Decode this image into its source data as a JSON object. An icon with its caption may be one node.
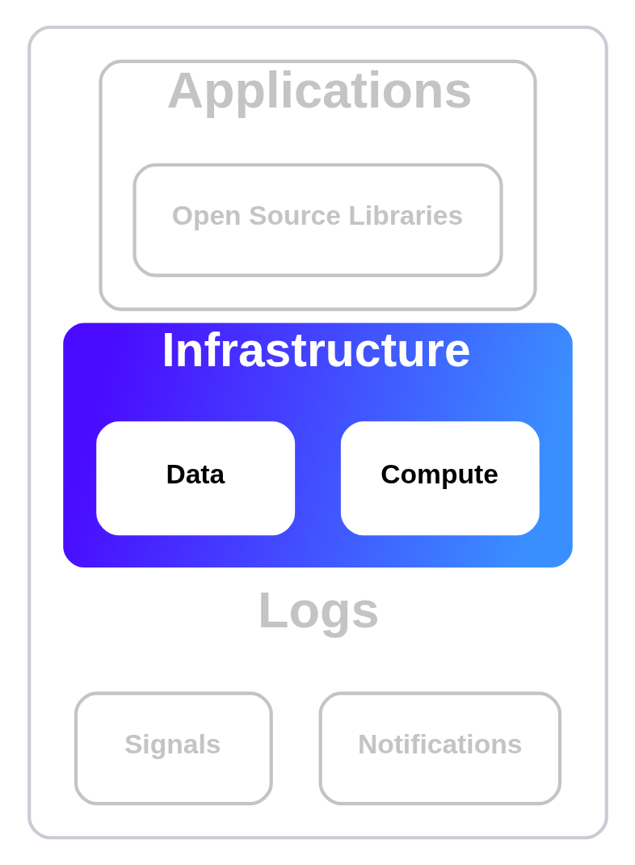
{
  "diagram": {
    "nodes": [
      {
        "text": [],
        "shape": "box"
      },
      {
        "text": [
          "Applications"
        ],
        "in": 0
      },
      {
        "text": [
          "Open Source Libraries"
        ],
        "in": 1
      },
      {
        "text": [
          "Infrastructure"
        ],
        "in": 0
      },
      {
        "text": [
          "Data"
        ],
        "in": 3
      },
      {
        "text": [
          "Compute"
        ],
        "in": 3
      },
      {
        "text": [
          "Signals"
        ],
        "in": 0
      },
      {
        "text": [
          "Notifications"
        ],
        "in": 0
      }
    ],
    "labels": [
      "Logs"
    ]
  }
}
